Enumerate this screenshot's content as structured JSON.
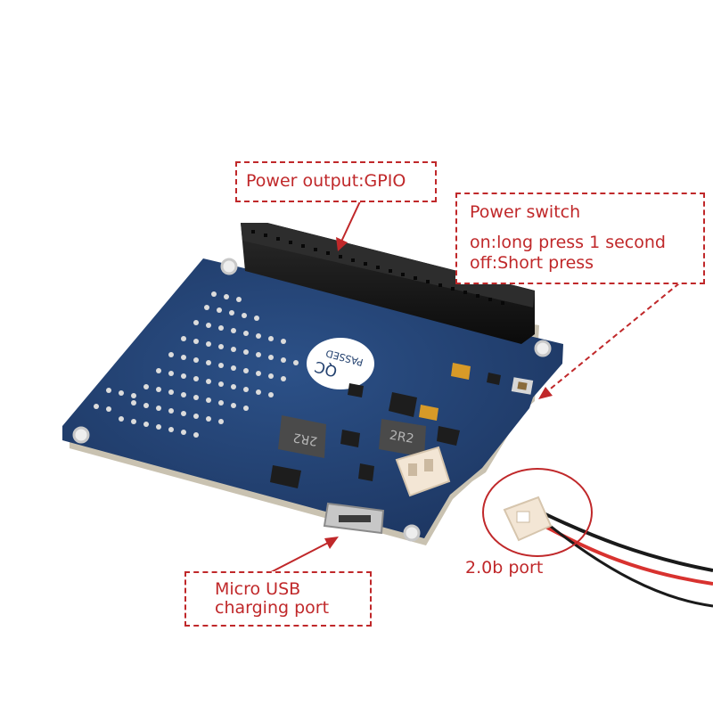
{
  "callouts": {
    "gpio": {
      "label": "Power output:GPIO"
    },
    "power_switch": {
      "title": "Power switch",
      "line1": "on:long press 1 second",
      "line2": "off:Short press"
    },
    "usb": {
      "line1": "Micro USB",
      "line2": "charging port"
    },
    "port": {
      "label": "2.0b port"
    }
  },
  "board_markings": {
    "qc_stamp": [
      "QC",
      "PASSED"
    ],
    "inductor_left": "2R2",
    "inductor_right": "2R2"
  },
  "colors": {
    "pcb": "#23416f",
    "annotation": "#c0282a",
    "header": "#151515",
    "smd_inductor": "#4a4a4a",
    "capacitor": "#d79a28",
    "jst_connector": "#f3e6d5",
    "wire_red": "#d8322f",
    "wire_black": "#1a1a1a"
  }
}
